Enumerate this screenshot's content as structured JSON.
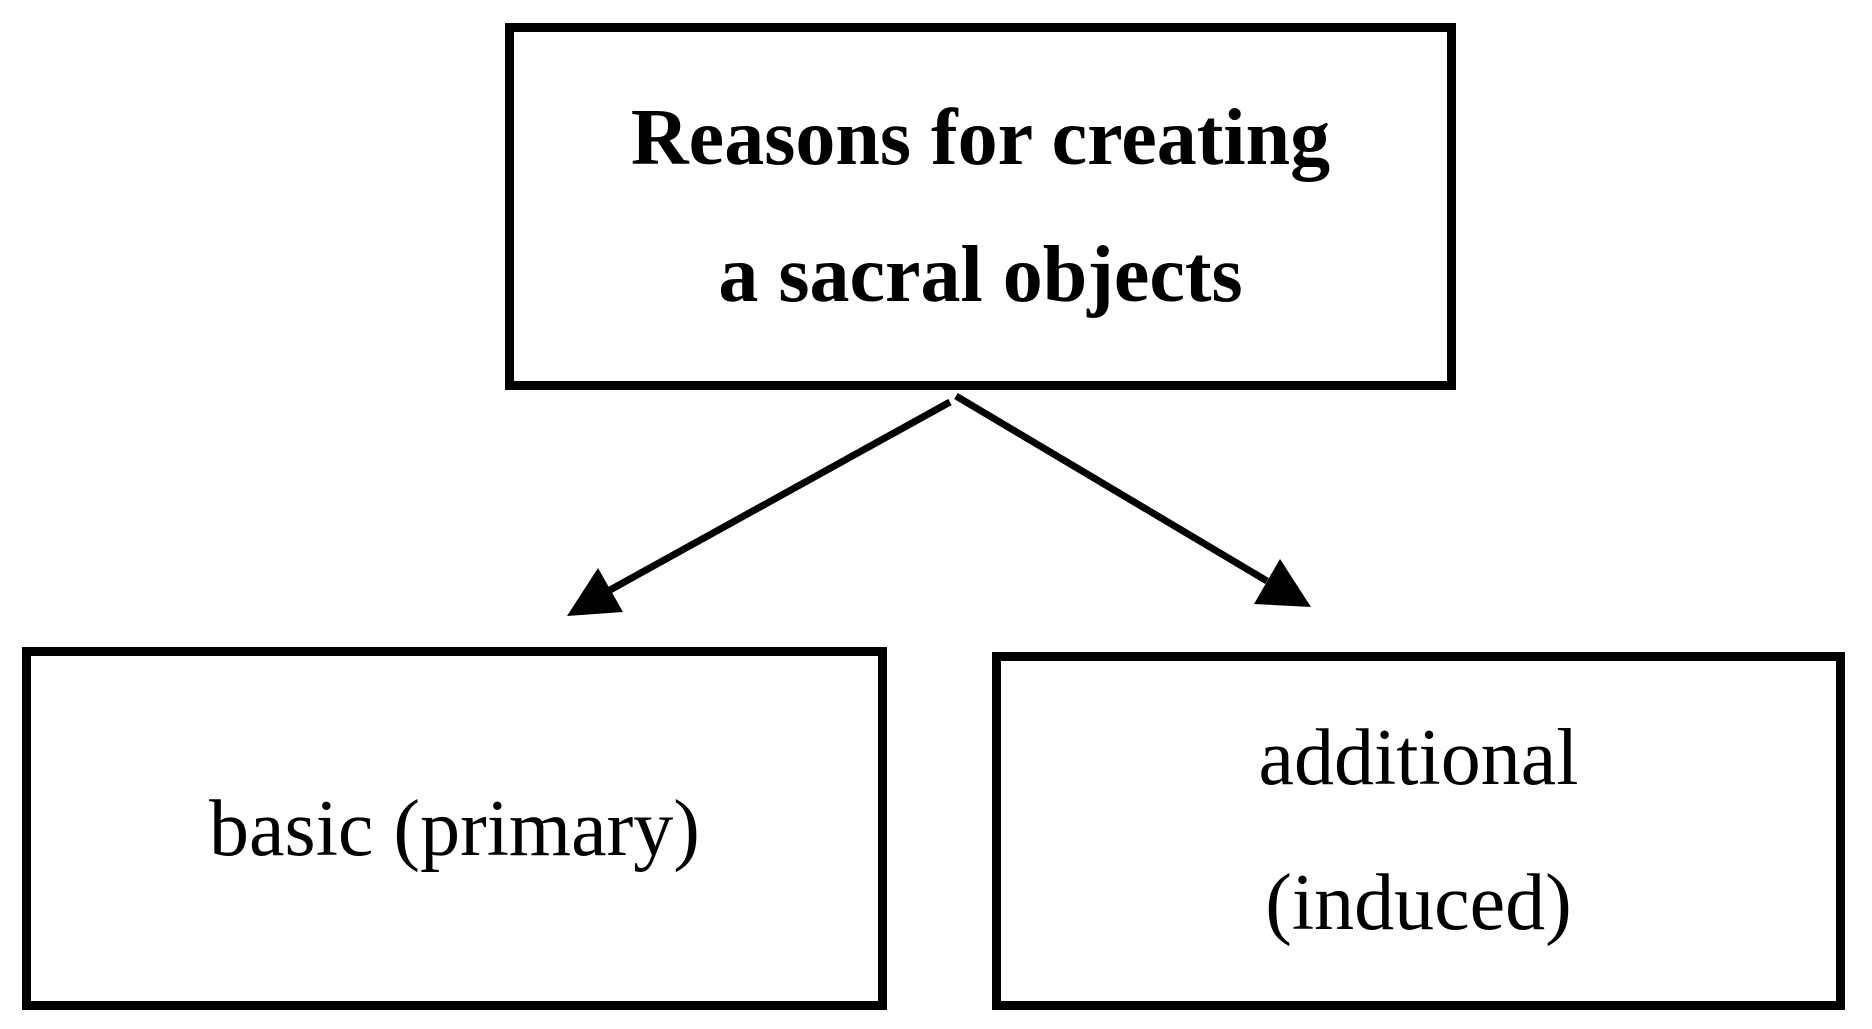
{
  "diagram": {
    "title_node": {
      "lines": [
        "Reasons for creating",
        "a sacral objects"
      ]
    },
    "left_node": {
      "lines": [
        "basic (primary)"
      ]
    },
    "right_node": {
      "lines": [
        "additional",
        "(induced)"
      ]
    }
  },
  "colors": {
    "background": "#ffffff",
    "line": "#000000",
    "text": "#000000"
  }
}
